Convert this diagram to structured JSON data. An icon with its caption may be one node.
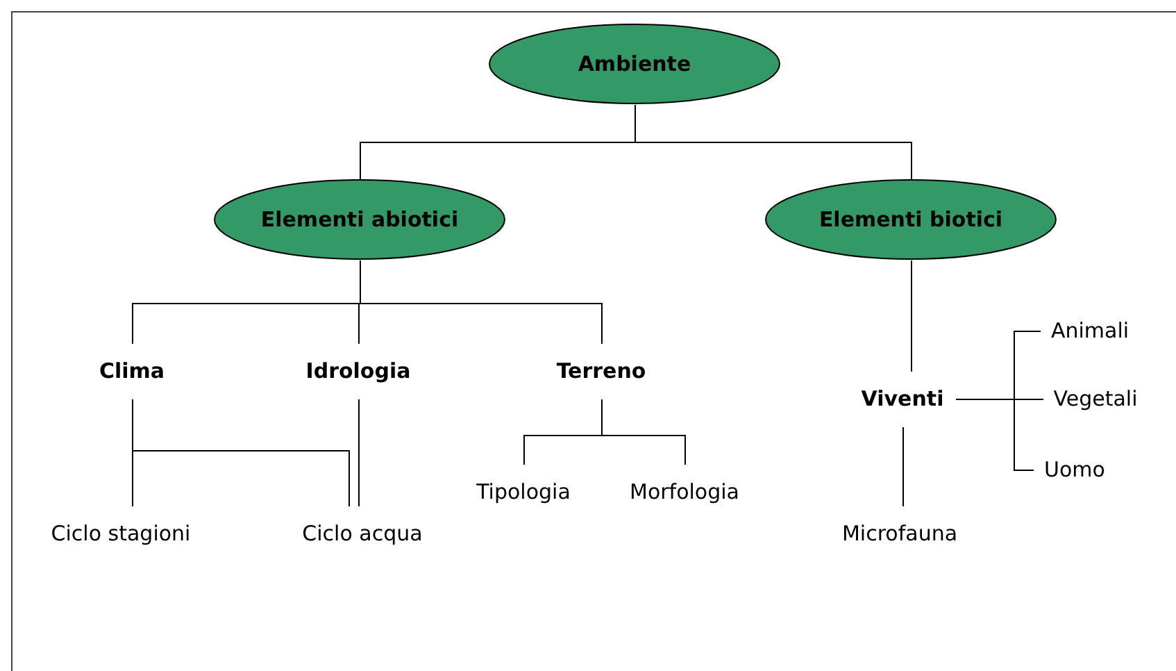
{
  "diagram": {
    "nodes": [
      {
        "text": [
          "Ambiente"
        ]
      },
      {
        "text": [
          "Elementi abiotici"
        ]
      },
      {
        "text": [
          "Elementi biotici"
        ]
      },
      {
        "text": [
          "Clima"
        ]
      },
      {
        "text": [
          "Idrologia"
        ]
      },
      {
        "text": [
          "Terreno"
        ]
      },
      {
        "text": [
          "Viventi"
        ]
      },
      {
        "text": [
          "Tipologia"
        ]
      },
      {
        "text": [
          "Morfologia"
        ]
      },
      {
        "text": [
          "Animali"
        ]
      },
      {
        "text": [
          "Vegetali"
        ]
      },
      {
        "text": [
          "Uomo"
        ]
      },
      {
        "text": [
          "Ciclo stagioni"
        ]
      },
      {
        "text": [
          "Ciclo acqua"
        ]
      },
      {
        "text": [
          "Microfauna"
        ]
      }
    ],
    "edges": [
      {
        "from": 0,
        "to": 1,
        "arrow": "none"
      },
      {
        "from": 0,
        "to": 2,
        "arrow": "none"
      },
      {
        "from": 1,
        "to": 3,
        "arrow": "none"
      },
      {
        "from": 1,
        "to": 4,
        "arrow": "none"
      },
      {
        "from": 1,
        "to": 5,
        "arrow": "none"
      },
      {
        "from": 2,
        "to": 6,
        "arrow": "none"
      },
      {
        "from": 3,
        "to": 12,
        "arrow": "none"
      },
      {
        "from": 3,
        "to": 13,
        "arrow": "none"
      },
      {
        "from": 4,
        "to": 13,
        "arrow": "none"
      },
      {
        "from": 5,
        "to": 7,
        "arrow": "none"
      },
      {
        "from": 5,
        "to": 8,
        "arrow": "none"
      },
      {
        "from": 6,
        "to": 14,
        "arrow": "none"
      },
      {
        "from": 6,
        "to": 9,
        "arrow": "none"
      },
      {
        "from": 6,
        "to": 10,
        "arrow": "none"
      },
      {
        "from": 6,
        "to": 11,
        "arrow": "none"
      }
    ]
  }
}
